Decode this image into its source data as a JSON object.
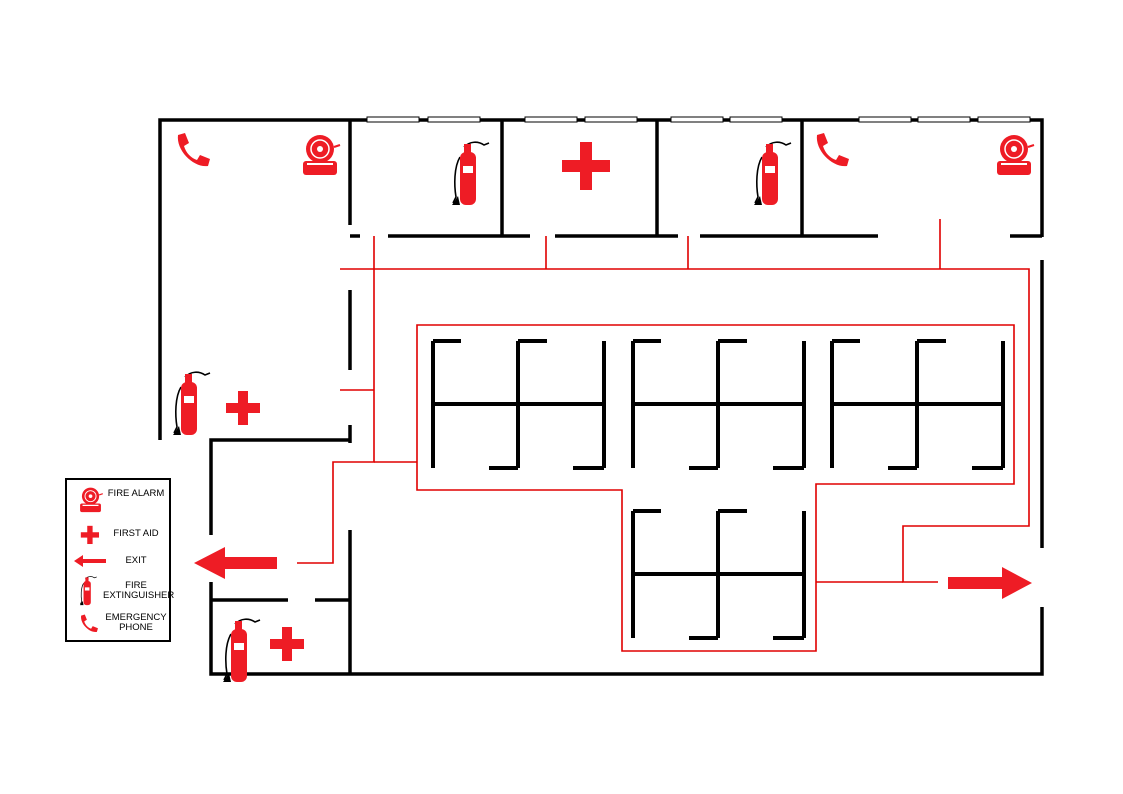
{
  "colors": {
    "wall": "#000000",
    "route": "#e00000",
    "symbol": "#ee1c25"
  },
  "legend": {
    "items": [
      {
        "icon": "fire-alarm-icon",
        "label": "FIRE ALARM"
      },
      {
        "icon": "first-aid-icon",
        "label": "FIRST AID"
      },
      {
        "icon": "exit-arrow-icon",
        "label": "EXIT"
      },
      {
        "icon": "fire-extinguisher-icon",
        "label": "FIRE EXTINGUISHER"
      },
      {
        "icon": "emergency-phone-icon",
        "label": "EMERGENCY PHONE"
      }
    ]
  }
}
